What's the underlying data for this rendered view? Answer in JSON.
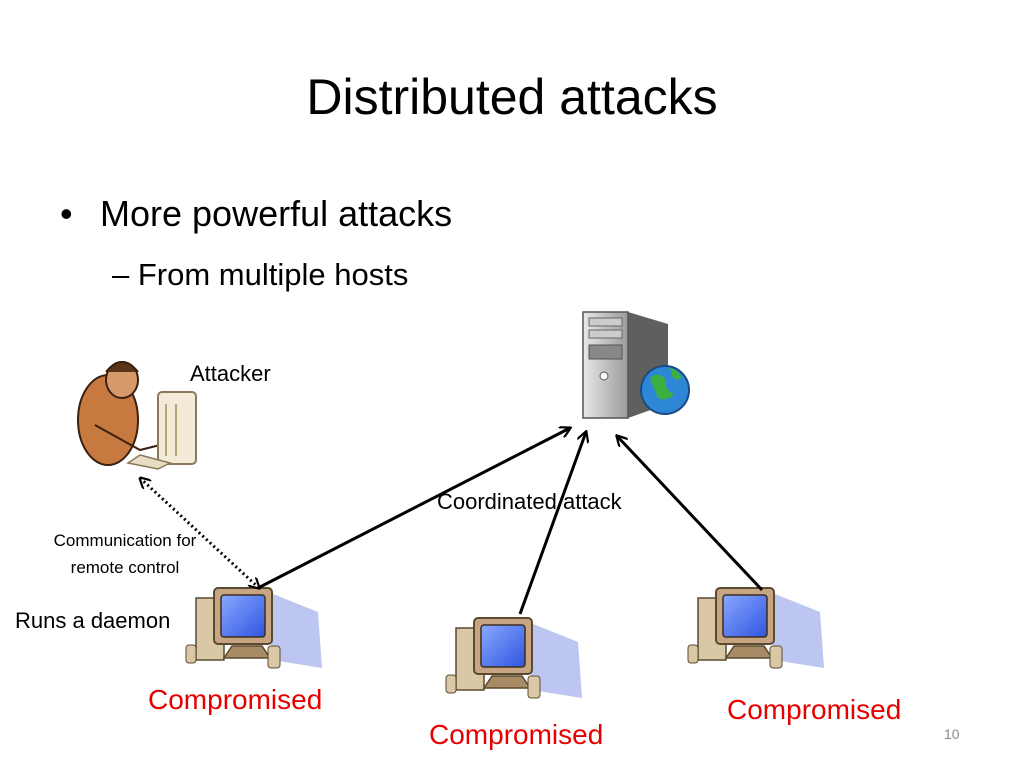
{
  "slide": {
    "title": "Distributed attacks",
    "bullet_level1": "More powerful attacks",
    "bullet_level2": "From multiple hosts",
    "bullet_marker": "•",
    "sub_marker": "–",
    "page_number": "10"
  },
  "diagram": {
    "attacker_label": "Attacker",
    "coordinated_label": "Coordinated attack",
    "communication_line1": "Communication for",
    "communication_line2": "remote control",
    "daemon_label": "Runs a daemon",
    "compromised_labels": [
      "Compromised",
      "Compromised",
      "Compromised"
    ],
    "icons": [
      "attacker-person-icon",
      "server-globe-icon",
      "computer-icon"
    ],
    "colors": {
      "compromised_text": "#e60000",
      "arrow": "#000000",
      "page_number": "#8a8a8a"
    }
  }
}
